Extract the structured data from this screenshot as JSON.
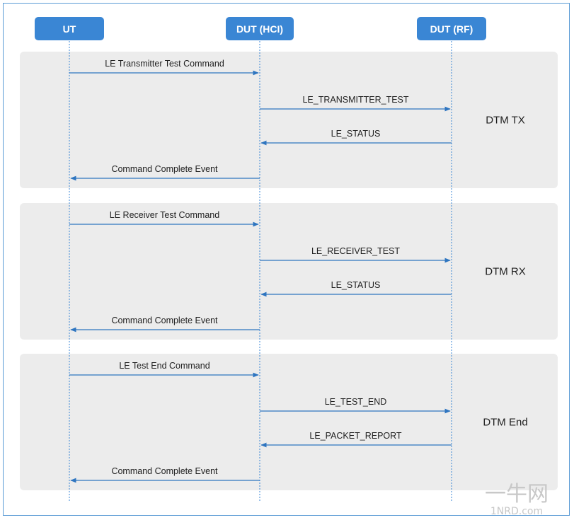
{
  "lifelines": [
    {
      "id": "ut",
      "label": "UT"
    },
    {
      "id": "hci",
      "label": "DUT (HCI)"
    },
    {
      "id": "rf",
      "label": "DUT (RF)"
    }
  ],
  "sections": [
    {
      "label": "DTM TX",
      "messages": [
        {
          "label": "LE Transmitter Test Command",
          "from": "ut",
          "to": "hci"
        },
        {
          "label": "LE_TRANSMITTER_TEST",
          "from": "hci",
          "to": "rf"
        },
        {
          "label": "LE_STATUS",
          "from": "rf",
          "to": "hci"
        },
        {
          "label": "Command Complete Event",
          "from": "hci",
          "to": "ut"
        }
      ]
    },
    {
      "label": "DTM RX",
      "messages": [
        {
          "label": "LE Receiver Test Command",
          "from": "ut",
          "to": "hci"
        },
        {
          "label": "LE_RECEIVER_TEST",
          "from": "hci",
          "to": "rf"
        },
        {
          "label": "LE_STATUS",
          "from": "rf",
          "to": "hci"
        },
        {
          "label": "Command Complete Event",
          "from": "hci",
          "to": "ut"
        }
      ]
    },
    {
      "label": "DTM End",
      "messages": [
        {
          "label": "LE Test End Command",
          "from": "ut",
          "to": "hci"
        },
        {
          "label": "LE_TEST_END",
          "from": "hci",
          "to": "rf"
        },
        {
          "label": "LE_PACKET_REPORT",
          "from": "rf",
          "to": "hci"
        },
        {
          "label": "Command Complete Event",
          "from": "hci",
          "to": "ut"
        }
      ]
    }
  ],
  "watermark": {
    "top": "一牛网",
    "bottom": "1NRD.com"
  },
  "colors": {
    "accent": "#3a86d4",
    "arrow": "#2e75c0",
    "section_bg": "#ececec",
    "frame": "#5b9bd5"
  }
}
